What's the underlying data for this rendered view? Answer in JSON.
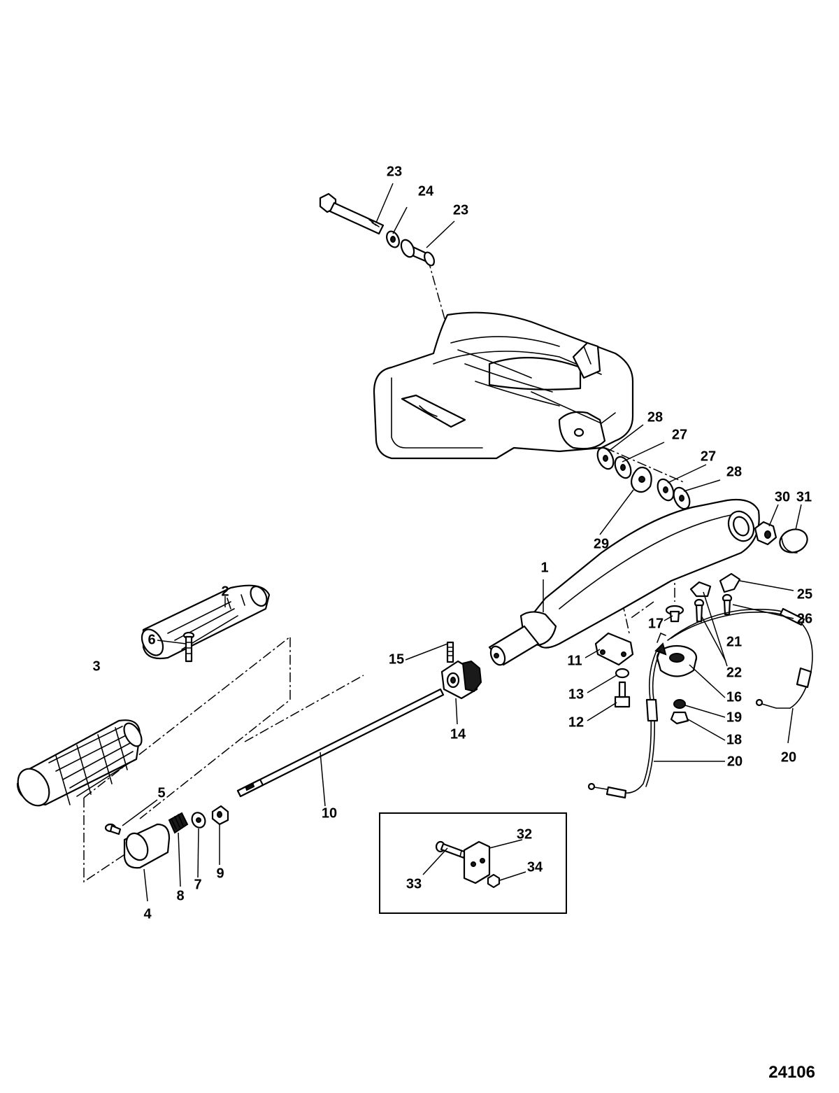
{
  "diagram": {
    "figure_number": "24106",
    "callouts": [
      {
        "id": "c1",
        "label": "1"
      },
      {
        "id": "c2",
        "label": "2"
      },
      {
        "id": "c3",
        "label": "3"
      },
      {
        "id": "c4",
        "label": "4"
      },
      {
        "id": "c5",
        "label": "5"
      },
      {
        "id": "c6",
        "label": "6"
      },
      {
        "id": "c7",
        "label": "7"
      },
      {
        "id": "c8",
        "label": "8"
      },
      {
        "id": "c9",
        "label": "9"
      },
      {
        "id": "c10",
        "label": "10"
      },
      {
        "id": "c11",
        "label": "11"
      },
      {
        "id": "c12",
        "label": "12"
      },
      {
        "id": "c13",
        "label": "13"
      },
      {
        "id": "c14",
        "label": "14"
      },
      {
        "id": "c15",
        "label": "15"
      },
      {
        "id": "c16",
        "label": "16"
      },
      {
        "id": "c17",
        "label": "17"
      },
      {
        "id": "c18",
        "label": "18"
      },
      {
        "id": "c19",
        "label": "19"
      },
      {
        "id": "c20a",
        "label": "20"
      },
      {
        "id": "c20b",
        "label": "20"
      },
      {
        "id": "c21",
        "label": "21"
      },
      {
        "id": "c22",
        "label": "22"
      },
      {
        "id": "c23a",
        "label": "23"
      },
      {
        "id": "c23b",
        "label": "23"
      },
      {
        "id": "c24",
        "label": "24"
      },
      {
        "id": "c25",
        "label": "25"
      },
      {
        "id": "c26",
        "label": "26"
      },
      {
        "id": "c27a",
        "label": "27"
      },
      {
        "id": "c27b",
        "label": "27"
      },
      {
        "id": "c28a",
        "label": "28"
      },
      {
        "id": "c28b",
        "label": "28"
      },
      {
        "id": "c29",
        "label": "29"
      },
      {
        "id": "c30",
        "label": "30"
      },
      {
        "id": "c31",
        "label": "31"
      },
      {
        "id": "c32",
        "label": "32"
      },
      {
        "id": "c33",
        "label": "33"
      },
      {
        "id": "c34",
        "label": "34"
      }
    ]
  }
}
